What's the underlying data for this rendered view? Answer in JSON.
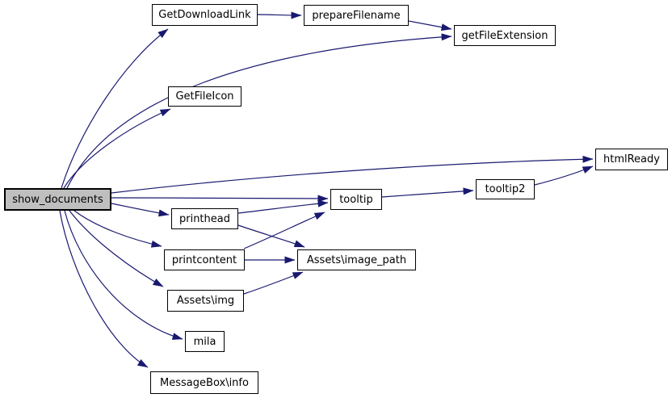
{
  "graph": {
    "type": "call-graph",
    "root": "show_documents",
    "colors": {
      "edge_color": "#191970",
      "node_fill": "#ffffff",
      "node_border": "#000000",
      "highlight_fill": "#bfbfbf",
      "text_color": "#000000",
      "background": "#ffffff"
    },
    "nodes": [
      {
        "id": "show_documents",
        "label": "show_documents",
        "highlighted": true
      },
      {
        "id": "GetDownloadLink",
        "label": "GetDownloadLink",
        "highlighted": false
      },
      {
        "id": "prepareFilename",
        "label": "prepareFilename",
        "highlighted": false
      },
      {
        "id": "getFileExtension",
        "label": "getFileExtension",
        "highlighted": false
      },
      {
        "id": "GetFileIcon",
        "label": "GetFileIcon",
        "highlighted": false
      },
      {
        "id": "htmlReady",
        "label": "htmlReady",
        "highlighted": false
      },
      {
        "id": "tooltip",
        "label": "tooltip",
        "highlighted": false
      },
      {
        "id": "tooltip2",
        "label": "tooltip2",
        "highlighted": false
      },
      {
        "id": "printhead",
        "label": "printhead",
        "highlighted": false
      },
      {
        "id": "printcontent",
        "label": "printcontent",
        "highlighted": false
      },
      {
        "id": "Assets\\image_path",
        "label": "Assets\\image_path",
        "highlighted": false
      },
      {
        "id": "Assets\\img",
        "label": "Assets\\img",
        "highlighted": false
      },
      {
        "id": "mila",
        "label": "mila",
        "highlighted": false
      },
      {
        "id": "MessageBox\\info",
        "label": "MessageBox\\info",
        "highlighted": false
      }
    ],
    "edges": [
      {
        "from": "show_documents",
        "to": "GetDownloadLink"
      },
      {
        "from": "show_documents",
        "to": "getFileExtension"
      },
      {
        "from": "show_documents",
        "to": "GetFileIcon"
      },
      {
        "from": "show_documents",
        "to": "htmlReady"
      },
      {
        "from": "show_documents",
        "to": "tooltip"
      },
      {
        "from": "show_documents",
        "to": "printhead"
      },
      {
        "from": "show_documents",
        "to": "printcontent"
      },
      {
        "from": "show_documents",
        "to": "Assets\\img"
      },
      {
        "from": "show_documents",
        "to": "mila"
      },
      {
        "from": "show_documents",
        "to": "MessageBox\\info"
      },
      {
        "from": "GetDownloadLink",
        "to": "prepareFilename"
      },
      {
        "from": "prepareFilename",
        "to": "getFileExtension"
      },
      {
        "from": "printhead",
        "to": "tooltip"
      },
      {
        "from": "printhead",
        "to": "Assets\\image_path"
      },
      {
        "from": "printcontent",
        "to": "tooltip"
      },
      {
        "from": "printcontent",
        "to": "Assets\\image_path"
      },
      {
        "from": "Assets\\img",
        "to": "Assets\\image_path"
      },
      {
        "from": "tooltip",
        "to": "tooltip2"
      },
      {
        "from": "tooltip2",
        "to": "htmlReady"
      }
    ]
  }
}
